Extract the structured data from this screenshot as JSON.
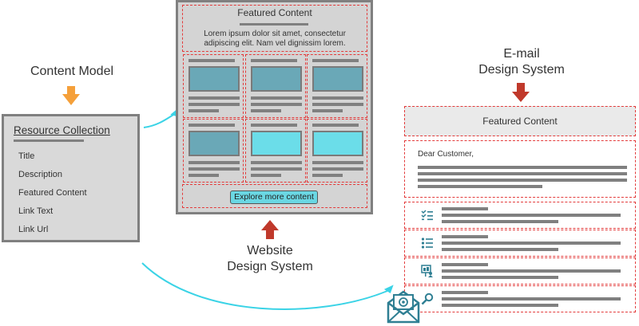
{
  "content_model": {
    "label": "Content Model"
  },
  "resource_collection": {
    "title": "Resource Collection",
    "fields": [
      "Title",
      "Description",
      "Featured Content",
      "Link Text",
      "Link Url"
    ]
  },
  "website": {
    "featured_title": "Featured Content",
    "featured_body": "Lorem ipsum dolor sit amet, consectetur adipiscing elit. Nam vel dignissim lorem.",
    "button_label": "Explore more content",
    "caption_line1": "Website",
    "caption_line2": "Design System"
  },
  "email": {
    "caption_line1": "E-mail",
    "caption_line2": "Design System",
    "featured_title": "Featured Content",
    "greeting": "Dear Customer,"
  },
  "colors": {
    "arrow_orange": "#f5a03a",
    "arrow_red": "#c0392b",
    "connector_cyan": "#3ad3e6",
    "dashed_red": "#e33b3b",
    "icon_teal": "#2f7f93"
  },
  "icons": [
    "arrow-down-icon",
    "checklist-icon",
    "list-icon",
    "presentation-icon",
    "search-icon",
    "email-envelope-icon"
  ]
}
